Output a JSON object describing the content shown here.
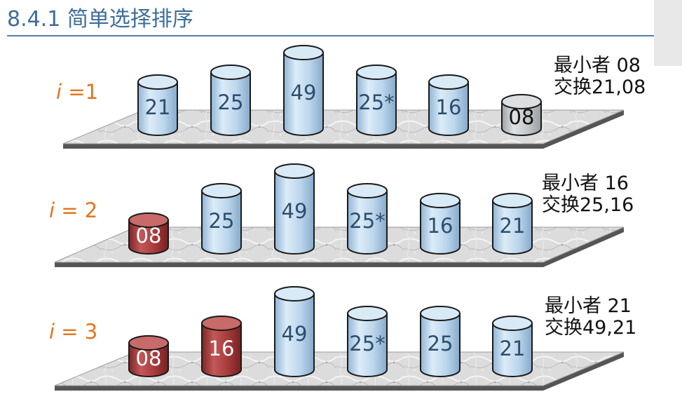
{
  "title": "8.4.1 简单选择排序",
  "colors": {
    "title": "#3d6d9a",
    "label": "#e1751e",
    "cyl_blue": "#c4dcee",
    "cyl_gray": "#c4c8cb",
    "cyl_red": "#b04040"
  },
  "rows": [
    {
      "label_var": "i",
      "label_rest": " =1",
      "note_line1": "最小者 08",
      "note_line2": "交换21,08",
      "items": [
        {
          "value": "21",
          "style": "blue",
          "height": 3
        },
        {
          "value": "25",
          "style": "blue",
          "height": 4
        },
        {
          "value": "49",
          "style": "blue",
          "height": 6
        },
        {
          "value": "25*",
          "style": "blue",
          "height": 4
        },
        {
          "value": "16",
          "style": "blue",
          "height": 3
        },
        {
          "value": "08",
          "style": "gray",
          "height": 1
        }
      ]
    },
    {
      "label_var": "i",
      "label_rest": " = 2",
      "note_line1": "最小者 16",
      "note_line2": "交换25,16",
      "items": [
        {
          "value": "08",
          "style": "red",
          "height": 1
        },
        {
          "value": "25",
          "style": "blue",
          "height": 4
        },
        {
          "value": "49",
          "style": "blue",
          "height": 6
        },
        {
          "value": "25*",
          "style": "blue",
          "height": 4
        },
        {
          "value": "16",
          "style": "blue",
          "height": 3
        },
        {
          "value": "21",
          "style": "blue",
          "height": 3
        }
      ]
    },
    {
      "label_var": "i",
      "label_rest": " = 3",
      "note_line1": "最小者 21",
      "note_line2": "交换49,21",
      "items": [
        {
          "value": "08",
          "style": "red",
          "height": 1
        },
        {
          "value": "16",
          "style": "red",
          "height": 3
        },
        {
          "value": "49",
          "style": "blue",
          "height": 6
        },
        {
          "value": "25*",
          "style": "blue",
          "height": 4
        },
        {
          "value": "25",
          "style": "blue",
          "height": 4
        },
        {
          "value": "21",
          "style": "blue",
          "height": 3
        }
      ]
    }
  ]
}
